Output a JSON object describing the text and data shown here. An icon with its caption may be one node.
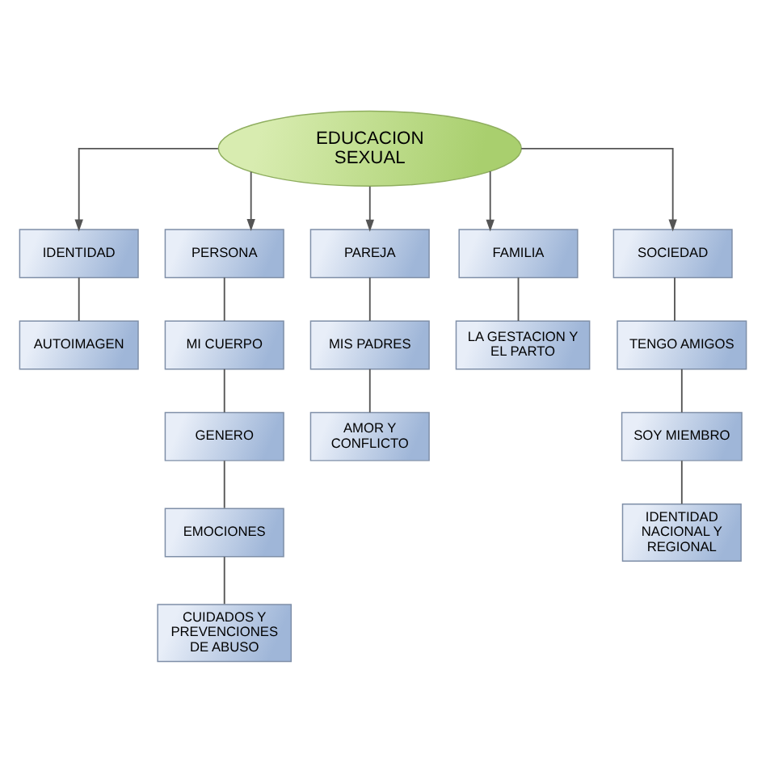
{
  "diagram": {
    "nodes": [
      {
        "text": [
          "EDUCACION SEXUAL"
        ]
      },
      {
        "text": [
          "IDENTIDAD"
        ]
      },
      {
        "text": [
          "PERSONA"
        ]
      },
      {
        "text": [
          "PAREJA"
        ]
      },
      {
        "text": [
          "FAMILIA"
        ]
      },
      {
        "text": [
          "SOCIEDAD"
        ]
      },
      {
        "text": [
          "AUTOIMAGEN"
        ]
      },
      {
        "text": [
          "MI CUERPO"
        ]
      },
      {
        "text": [
          "MIS PADRES"
        ]
      },
      {
        "text": [
          "LA GESTACION Y EL PARTO"
        ]
      },
      {
        "text": [
          "TENGO AMIGOS"
        ]
      },
      {
        "text": [
          "GENERO"
        ]
      },
      {
        "text": [
          "AMOR Y CONFLICTO"
        ]
      },
      {
        "text": [
          "SOY MIEMBRO"
        ]
      },
      {
        "text": [
          "EMOCIONES"
        ]
      },
      {
        "text": [
          "IDENTIDAD NACIONAL Y REGIONAL"
        ]
      },
      {
        "text": [
          "CUIDADOS Y PREVENCIONES DE ABUSO"
        ]
      }
    ],
    "edges": [
      {
        "from": 0,
        "to": 1,
        "arrow": "to"
      },
      {
        "from": 0,
        "to": 2,
        "arrow": "to"
      },
      {
        "from": 0,
        "to": 3,
        "arrow": "to"
      },
      {
        "from": 0,
        "to": 4,
        "arrow": "to"
      },
      {
        "from": 0,
        "to": 5,
        "arrow": "to"
      },
      {
        "from": 1,
        "to": 6,
        "arrow": "none"
      },
      {
        "from": 2,
        "to": 7,
        "arrow": "none"
      },
      {
        "from": 3,
        "to": 8,
        "arrow": "none"
      },
      {
        "from": 4,
        "to": 9,
        "arrow": "none"
      },
      {
        "from": 5,
        "to": 10,
        "arrow": "none"
      },
      {
        "from": 7,
        "to": 11,
        "arrow": "none"
      },
      {
        "from": 8,
        "to": 12,
        "arrow": "none"
      },
      {
        "from": 10,
        "to": 13,
        "arrow": "none"
      },
      {
        "from": 11,
        "to": 14,
        "arrow": "none"
      },
      {
        "from": 13,
        "to": 15,
        "arrow": "none"
      },
      {
        "from": 14,
        "to": 16,
        "arrow": "none"
      }
    ]
  }
}
